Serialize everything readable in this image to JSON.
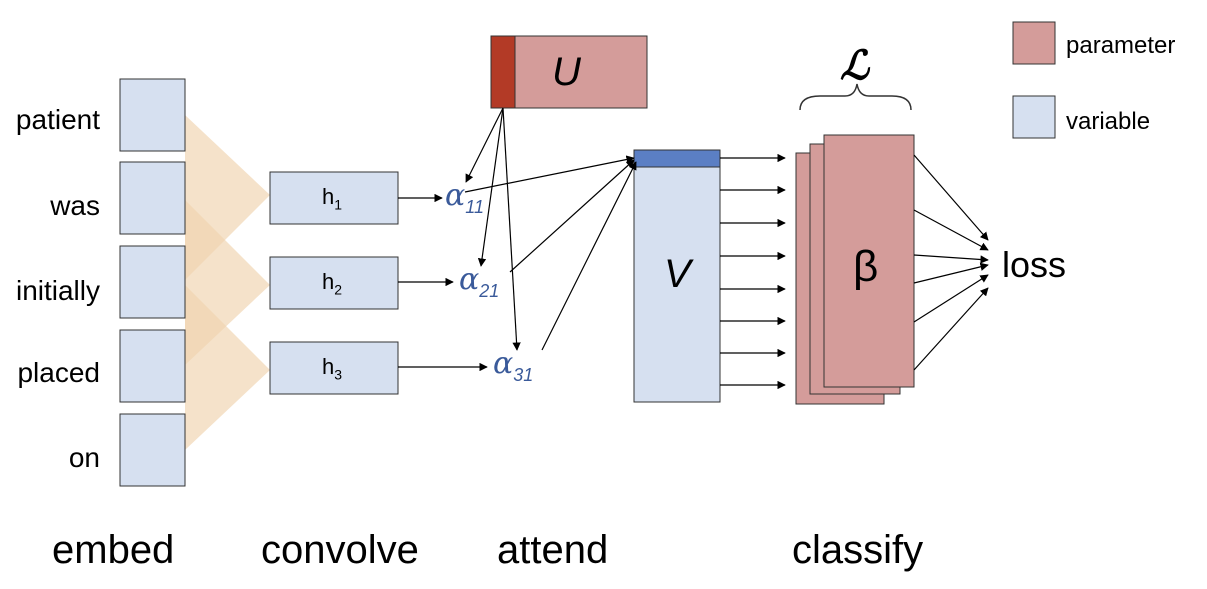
{
  "words": [
    "patient",
    "was",
    "initially",
    "placed",
    "on"
  ],
  "conv_outputs": [
    {
      "base": "h",
      "sub": "1"
    },
    {
      "base": "h",
      "sub": "2"
    },
    {
      "base": "h",
      "sub": "3"
    }
  ],
  "attention": [
    {
      "base": "α",
      "sub": "11"
    },
    {
      "base": "α",
      "sub": "21"
    },
    {
      "base": "α",
      "sub": "31"
    }
  ],
  "u_label": "U",
  "v_label": "V",
  "beta_label": "β",
  "loss_label": "loss",
  "l_label": "ℒ",
  "stages": {
    "embed": "embed",
    "convolve": "convolve",
    "attend": "attend",
    "classify": "classify"
  },
  "legend": {
    "parameter": "parameter",
    "variable": "variable"
  },
  "colors": {
    "variable_fill": "#d6e0f0",
    "parameter_fill": "#d49c9a",
    "parameter_dark": "#b33a26",
    "v_header": "#5b7fc4",
    "cone": "#f0d3ae",
    "alpha_text": "#3a5a9a"
  }
}
